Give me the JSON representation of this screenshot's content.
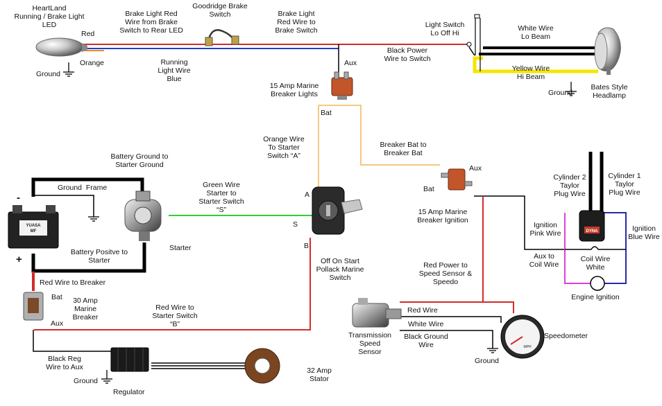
{
  "labels": {
    "heartland": [
      "HeartLand",
      "Running / Brake Light",
      "LED"
    ],
    "red_small": "Red",
    "orange_small": "Orange",
    "ground_led": "Ground",
    "brake_light_red": [
      "Brake Light Red",
      "Wire from Brake",
      "Switch to Rear LED"
    ],
    "goodridge": [
      "Goodridge Brake",
      "Switch"
    ],
    "running_light": [
      "Running",
      "Light Wire",
      "Blue"
    ],
    "brake_light_red_to_switch": [
      "Brake Light",
      "Red Wire to",
      "Brake Switch"
    ],
    "black_power": [
      "Black Power",
      "Wire to Switch"
    ],
    "light_switch": [
      "Light Switch",
      "Lo Off Hi"
    ],
    "white_wire_lo": [
      "White Wire",
      "Lo Beam"
    ],
    "yellow_wire_hi": [
      "Yellow Wire",
      "Hi Beam"
    ],
    "ground_headlamp": "Ground",
    "bates_headlamp": [
      "Bates Style",
      "Headlamp"
    ],
    "aux_lights": "Aux",
    "breaker_lights": [
      "15 Amp Marine",
      "Breaker Lights"
    ],
    "bat_lights": "Bat",
    "orange_wire_starter": [
      "Orange Wire",
      "To Starter",
      "Switch “A”"
    ],
    "breaker_bat_to_bat": [
      "Breaker Bat to",
      "Breaker Bat"
    ],
    "aux_ignition": "Aux",
    "bat_ignition": "Bat",
    "breaker_ignition": [
      "15 Amp Marine",
      "Breaker Ignition"
    ],
    "battery_ground": [
      "Battery Ground to",
      "Starter Ground"
    ],
    "ground_frame": "Ground  Frame",
    "minus": "-",
    "plus": "+",
    "green_wire": [
      "Green Wire",
      "Starter to",
      "Starter Switch",
      "“S”"
    ],
    "starter": "Starter",
    "battery_positive": [
      "Battery Positve to",
      "Starter"
    ],
    "term_a": "A",
    "term_s": "S",
    "term_b": "B",
    "off_on_start": [
      "Off On Start",
      "Pollack Marine",
      "Switch"
    ],
    "cylinder2": [
      "Cylinder 2",
      "Taylor",
      "Plug Wire"
    ],
    "cylinder1": [
      "Cylinder 1",
      "Taylor",
      "Plug Wire"
    ],
    "ignition_pink": [
      "Ignition",
      "Pink Wire"
    ],
    "ignition_blue": [
      "Ignition",
      "Blue Wire"
    ],
    "aux_to_coil": [
      "Aux to",
      "Coil Wire"
    ],
    "coil_wire_white": [
      "Coil Wire",
      "White"
    ],
    "engine_ignition": "Engine Ignition",
    "red_wire_breaker": "Red Wire to Breaker",
    "bat_main": "Bat",
    "breaker_30": [
      "30 Amp",
      "Marine",
      "Breaker"
    ],
    "aux_main": "Aux",
    "red_wire_starter_b": [
      "Red Wire to",
      "Starter Switch",
      "“B”"
    ],
    "red_power_speed": [
      "Red Power to",
      "Speed Sensor &",
      "Speedo"
    ],
    "red_wire": "Red Wire",
    "white_wire": "White Wire",
    "black_ground_wire": [
      "Black Ground",
      "Wire"
    ],
    "transmission_sensor": [
      "Transmission",
      "Speed",
      "Sensor"
    ],
    "speedometer": "Speedometer",
    "ground_speedo": "Ground",
    "black_reg": [
      "Black Reg",
      "Wire to Aux"
    ],
    "ground_reg": "Ground",
    "regulator": "Regulator",
    "stator": [
      "32 Amp",
      "Stator"
    ],
    "battery_brand": [
      "YUASA",
      "MF"
    ],
    "coil_brand": "DYNA",
    "speedo_unit": "MPH"
  },
  "colors": {
    "red": "#d42a2a",
    "blue": "#1f3fc4",
    "orange": "#f08a1c",
    "orange_light": "#f2b65a",
    "green": "#33cc33",
    "black": "#000000",
    "yellow": "#f4e600",
    "pink": "#e040d6",
    "navy": "#2a2aa8"
  }
}
